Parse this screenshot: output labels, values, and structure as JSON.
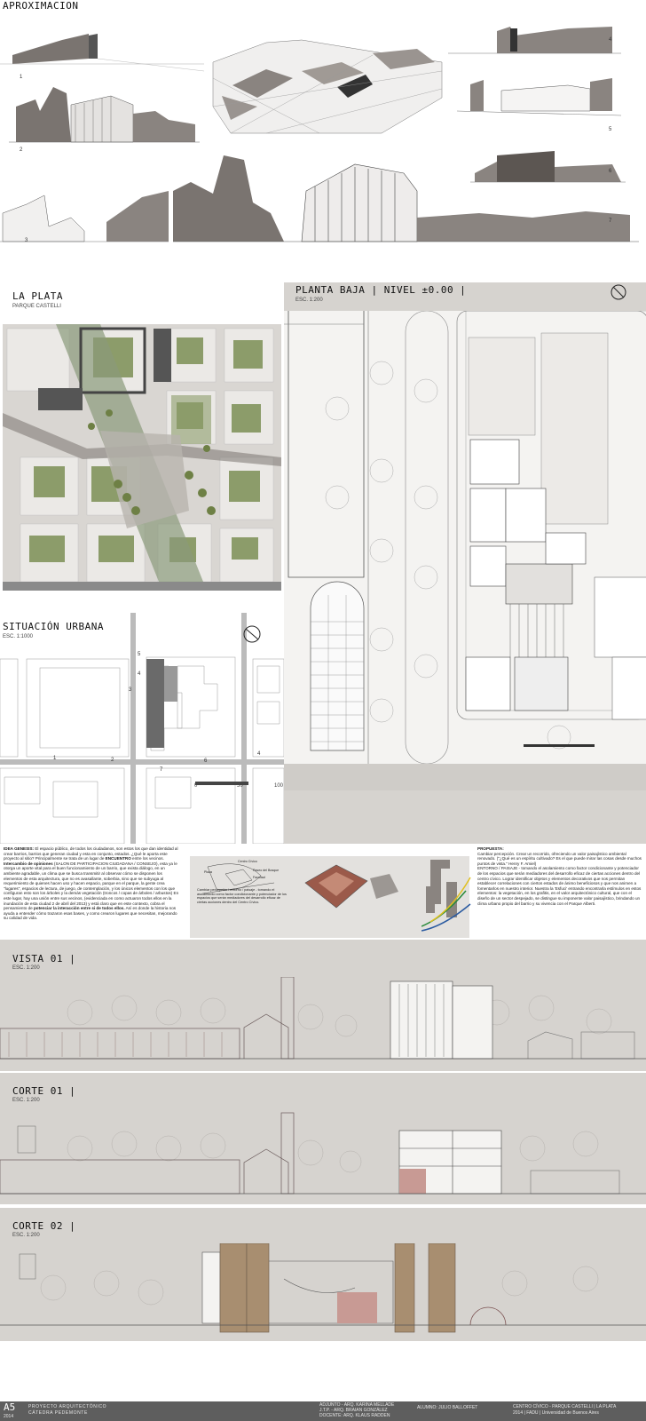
{
  "sections": {
    "aproximacion": {
      "title": "APROXIMACION"
    },
    "la_plata": {
      "title": "LA PLATA",
      "subtitle": "PARQUE CASTELLI"
    },
    "planta_baja": {
      "title": "PLANTA BAJA | NIVEL ±0.00 |",
      "scale": "ESC. 1:200"
    },
    "situacion_urbana": {
      "title": "SITUACIÓN URBANA",
      "scale": "ESC. 1:1000"
    },
    "vista_01": {
      "title": "VISTA 01 |",
      "scale": "ESC. 1:200"
    },
    "corte_01": {
      "title": "CORTE 01 |",
      "scale": "ESC. 1:200"
    },
    "corte_02": {
      "title": "CORTE 02 |",
      "scale": "ESC. 1:200"
    }
  },
  "view_numbers": [
    "1",
    "2",
    "3",
    "4",
    "5",
    "6",
    "7"
  ],
  "situation_scale": [
    "0",
    "50",
    "100"
  ],
  "idea_genesis": {
    "heading": "IDEA GENESIS:",
    "p1": "El espacio público, de todos los ciudadanos, son estos los que dan identidad al crear barrios, barrios que generan ciudad y esta en conjunto, estados. ¿Qué le aporta este proyecto al sitio?",
    "p2a": "Principalmente se trata de un lugar de ",
    "p2b": "ENCUENTRO",
    "p2c": " entre los vecinos. ",
    "p2d": "Intercambio de opiniones",
    "p2e": " (SALON DE PARTICIPACION CIUDADANA / CONSEJO), esta ya le otorga un aporte vital para el buen funcionamiento de un barrio, que exista diálogo, en un ambiente agradable, un clima que se busca transmitir al observar cómo se disponen los elementos de esta arquitectura, que no es avasallante, soberbia, sino que se subyuga al requerimiento de quienes hacen uso y hacen espacio, parque en el parque, la gente crea \"lugares\", espacios de lectura, de juego, de contemplación, y los únicos elementos con los que configuran esto son los árboles y la demás vegetación (troncos / copas de árboles / arbustos) En este lugar, hay una unión entre sus vecinos, (evidenciada en como actuaron todos ellos en la inundación de esta ciudad 2 de abril del 2013) y está claro que en este contexto, cobra el pensamiento de ",
    "p2f": "potenciar la interacción entre si de todos ellos.",
    "p2g": " Así es donde la historia nos ayuda a entender cómo trazaron esas bases, y como crearon lugares que necesitan, mejorando su calidad de vida."
  },
  "diagram_notes": {
    "label1": "Cambiar percepción / entorno / paisaje - tomando el asolamiento como factor condicionante y potenciador de los espacios que serán mediadores del desarrollo eficaz de ciertas acciones dentro del Centro Cívico.",
    "map_labels": [
      "Centro Cívico",
      "Paseo del Bosque",
      "Facultad",
      "Plaza"
    ]
  },
  "propuesta": {
    "heading": "PROPUESTA:",
    "p1": "Cambiar percepción. Crear un recorrido, ofreciendo un valor paisajístico ambiental renovado. (\"¿Qué es un espíritu cultivado? Es el que puede mirar las cosas desde muchos puntos de vista.\" Henry F. Amiel)",
    "p2": "ENTORNO / PAISAJE - tomando el asolamiento como factor condicionante y potenciador de los espacios que serán mediadores del desarrollo eficaz de ciertas acciones dentro del centro cívico. Lograr identificar objetos y elementos decorativos que nos permitan establecer correlaciones con ciertos estados de ánimo beneficiosos y que nos animen a fomentarlos en nuestro interior. Nuestra la 'Esfuci' entrando encontrarla estímulos en estos elementos: la vegetación, en los grafitis, en el valor arquitectónico cultural, que con el diseño de un sector despejado, se distingue su imponente valor paisajístico, brindando un clima urbano propio del barrio y su vivencia con el Parque Alberti."
  },
  "footer": {
    "sheet": "A5",
    "year": "2014",
    "course1": "PROYECTO ARQUITECTÓNICO",
    "course2": "CÁTEDRA PEDEMONTE",
    "team1": "ADJUNTO - ARQ. KARINA MELLADE",
    "team2": "J.T.P. - ARQ. BRAIAN GONZÁLEZ",
    "team3": "DOCENTE: ARQ. KLAUS RADDEN",
    "student": "ALUMNO: JULIO BALLOFFET",
    "project": "CENTRO CÍVICO - PARQUE CASTELLI | LA PLATA",
    "school": "2014 | FADU | Universidad de Buenos Aires"
  },
  "colors": {
    "footer_bg": "#5e5e5e",
    "section_bg": "#d6d3cf",
    "green": "#8c9c6a",
    "building_gray": "#807a76",
    "brick": "#b58f8a"
  }
}
